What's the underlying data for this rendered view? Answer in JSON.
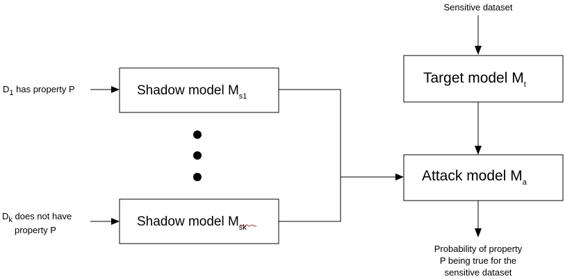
{
  "inputs": {
    "d1": {
      "main": "D",
      "sub": "1",
      "rest": " has property P"
    },
    "dk": {
      "main": "D",
      "sub": "k",
      "rest_line1": " does not have",
      "line2": "property P"
    }
  },
  "shadow_models": [
    {
      "label": "Shadow model M",
      "sub": "s1"
    },
    {
      "label": "Shadow model M",
      "sub": "sk"
    }
  ],
  "target_model": {
    "label": "Target model M",
    "sub": "t"
  },
  "attack_model": {
    "label": "Attack model M",
    "sub": "a"
  },
  "sensitive_dataset": "Sensitive dataset",
  "output": {
    "line1": "Probability of property",
    "line2": "P being true for the",
    "line3": "sensitive dataset"
  },
  "ellipsis_dots": 3
}
